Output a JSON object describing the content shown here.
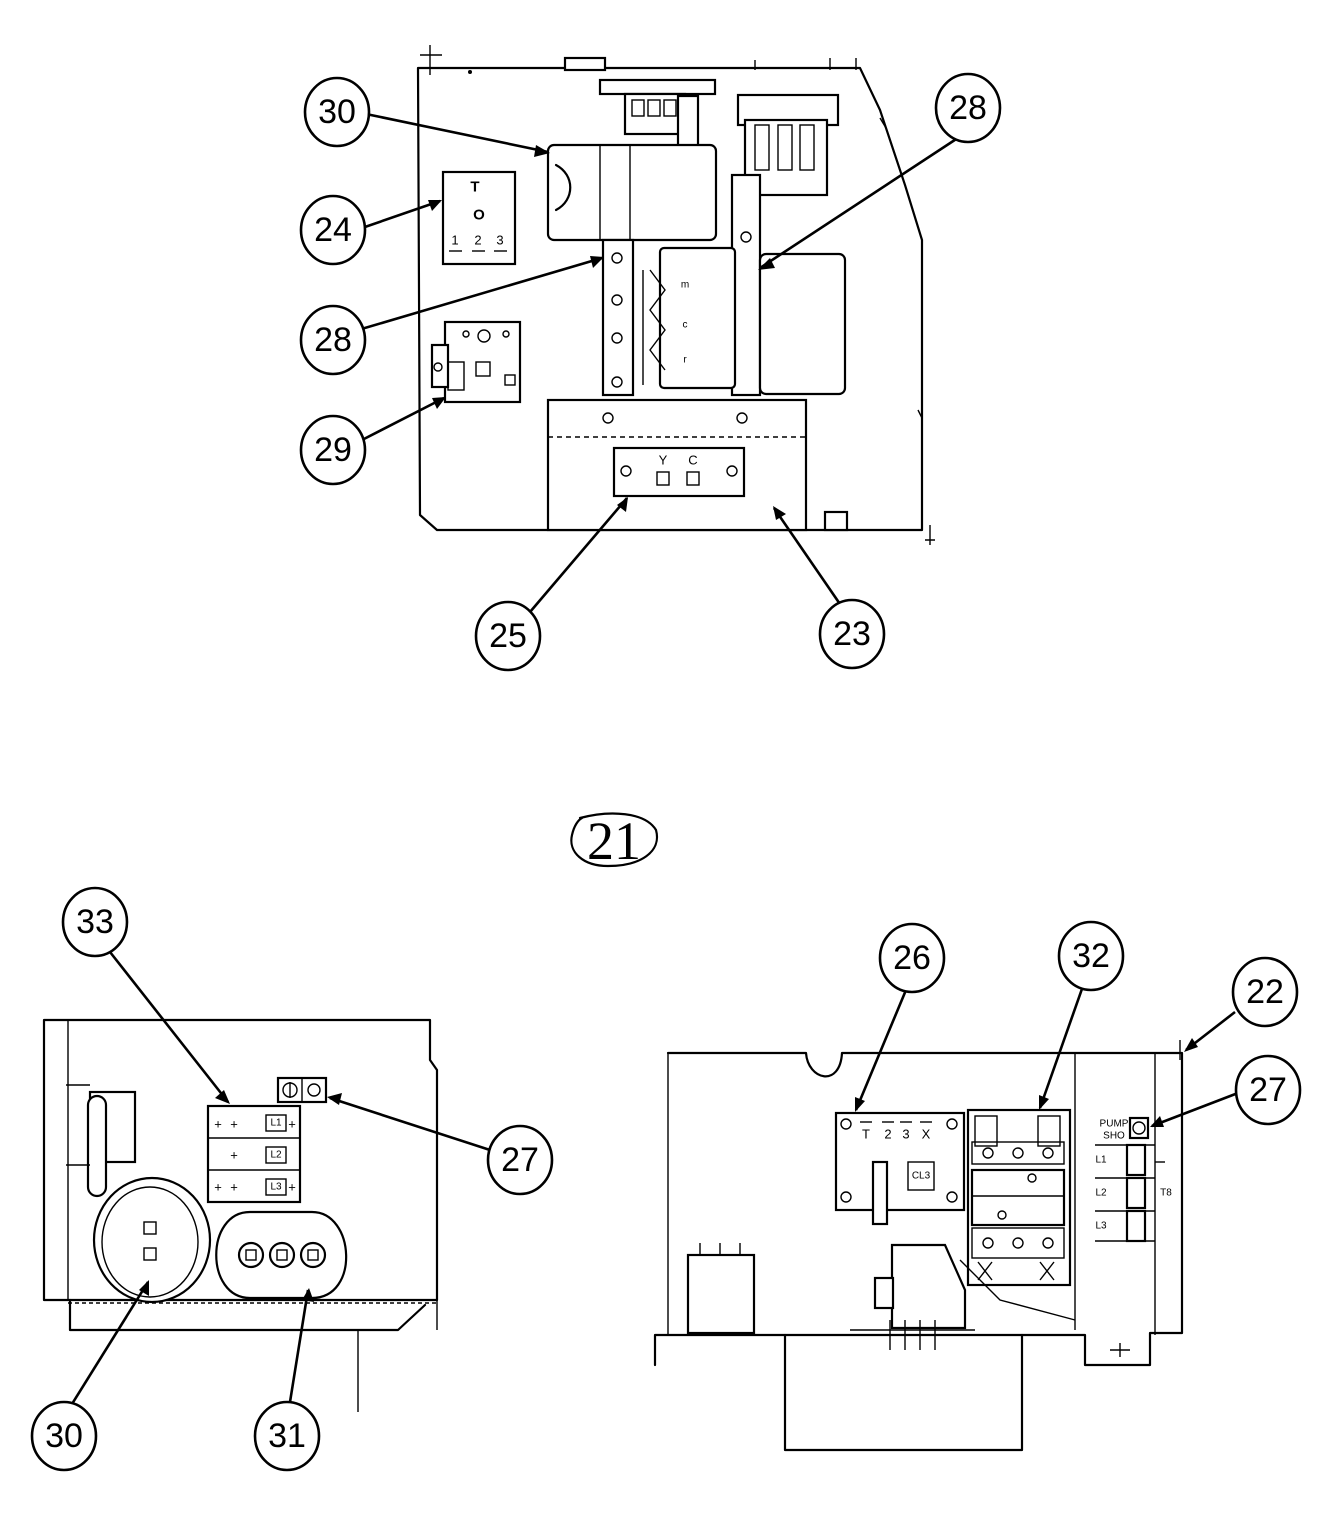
{
  "callouts": {
    "c30_top": "30",
    "c28_right": "28",
    "c24": "24",
    "c28_left": "28",
    "c29": "29",
    "c25": "25",
    "c23": "23",
    "c21": "21",
    "c33": "33",
    "c27_left": "27",
    "c30_bottom": "30",
    "c31": "31",
    "c26": "26",
    "c32": "32",
    "c22": "22",
    "c27_right": "27"
  },
  "markings": {
    "relay_t": "T",
    "relay_o": "O",
    "relay_1": "1",
    "relay_2": "2",
    "relay_3": "3",
    "term_y": "Y",
    "term_c": "C",
    "blk_l1": "L1",
    "blk_l2": "L2",
    "blk_l3": "L3",
    "board_t": "T",
    "board_2": "2",
    "board_3": "3",
    "board_x": "X",
    "board_cl": "CL3",
    "cont_l1": "L1",
    "cont_l2": "L2",
    "cont_l3": "L3",
    "cont_t": "T8",
    "pump_label": "PUMP",
    "pump_sub": "SHO"
  }
}
